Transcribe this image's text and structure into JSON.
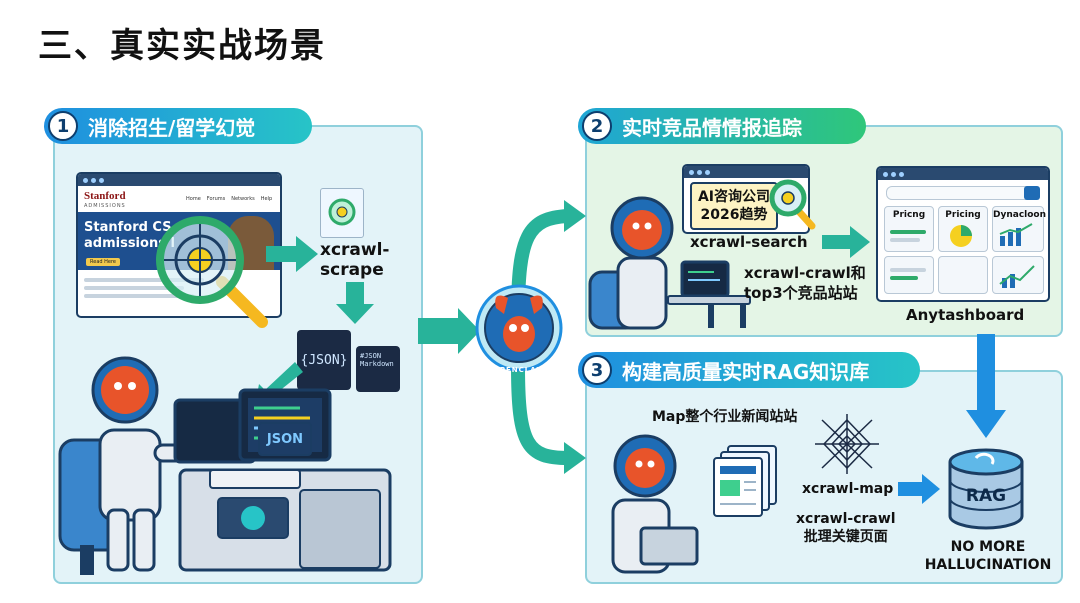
{
  "title": "三、真实实战场景",
  "panel1": {
    "number": "1",
    "header": "消除招生/留学幻觉",
    "site_logo": "Stanford",
    "site_sub": "ADMISSIONS",
    "nav": [
      "Home",
      "Forums",
      "Networks",
      "Help"
    ],
    "hero_text": "Stanford CS admissions l",
    "hero_button": "Read Here",
    "tool_label": "xcrawl-\nscrape",
    "json_doc": "{JSON}",
    "md_doc_1": "#JSON",
    "md_doc_2": "Markdown",
    "screen_json": "JSON"
  },
  "panel2": {
    "number": "2",
    "header": "实时竞品情情报追踪",
    "search_text": "AI咨询公司\n2026趋势",
    "search_label": "xcrawl-search",
    "crawl_label": "xcrawl-crawl和\ntop3个竞品站站",
    "dashboard_label": "Anytashboard",
    "cards": [
      "Pricng",
      "Pricing",
      "Dynacloon"
    ]
  },
  "panel3": {
    "number": "3",
    "header": "构建高质量实时RAG知识库",
    "map_label": "Map整个行业新闻站站",
    "tool_map": "xcrawl-map",
    "tool_crawl": "xcrawl-crawl\n批理关键页面",
    "rag_label": "RAG",
    "final_label": "NO MORE\nHALLUCINATION"
  },
  "center_logo": "OPENCLAW",
  "colors": {
    "accent_blue": "#1f8fe0",
    "accent_teal": "#27c4c7",
    "accent_green": "#2fc77a",
    "robot_red": "#e8542a"
  }
}
